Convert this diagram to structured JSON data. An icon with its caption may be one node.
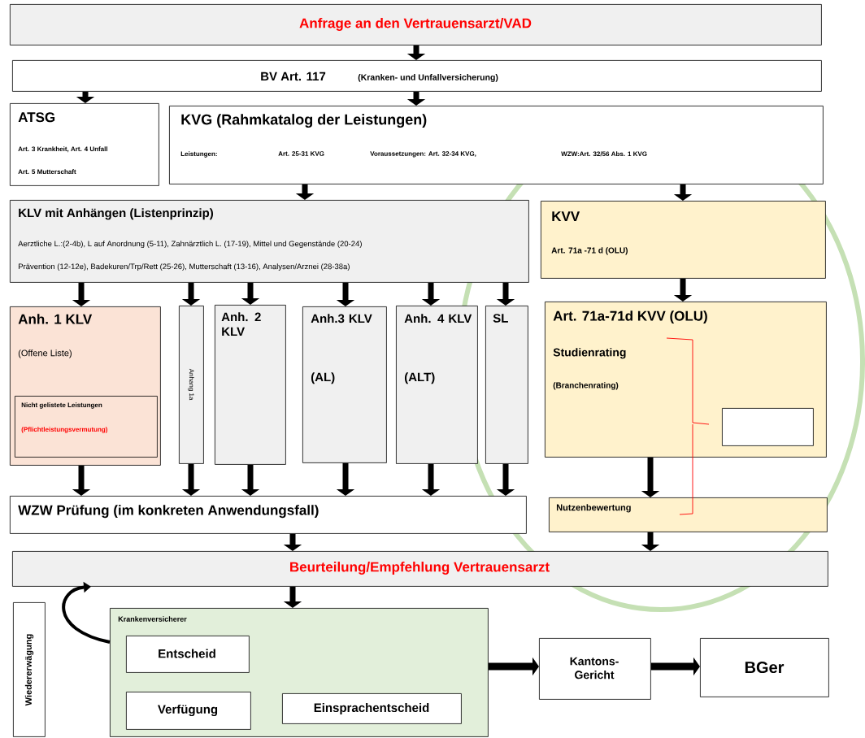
{
  "diagram": {
    "nodes": [
      {
        "text": [
          "Anfrage an den Vertrauensarzt/VAD"
        ]
      },
      {
        "text": [
          "BV Art. 117",
          "(Kranken- und Unfallversicherung)"
        ]
      },
      {
        "text": [
          "ATSG",
          "Art. 3 Krankheit, Art. 4 Unfall",
          "Art. 5 Mutterschaft"
        ]
      },
      {
        "text": [
          "KVG (Rahmkatalog der Leistungen)",
          "Leistungen:",
          "Art. 25-31 KVG",
          "Voraussetzungen: Art. 32-34 KVG,",
          "WZW:Art. 32/56 Abs. 1 KVG"
        ]
      },
      {
        "text": [
          "KLV mit Anhängen (Listenprinzip)",
          "Aerztliche L.:(2-4b), L auf Anordnung (5-11), Zahnärztlich L. (17-19), Mittel und Gegenstände (20-24)",
          "Prävention (12-12e), Badekuren/Trp/Rett (25-26), Mutterschaft (13-16), Analysen/Arznei (28-38a)"
        ]
      },
      {
        "text": [
          "KVV",
          "Art. 71a -71 d (OLU)"
        ]
      },
      {
        "text": [
          "Anh. 1 KLV",
          "(Offene Liste)"
        ]
      },
      {
        "text": [
          "Nicht gelistete Leistungen",
          "(Pflichtleistungsvermutung)"
        ],
        "in": 6
      },
      {
        "text": [
          "Anhang 1a"
        ]
      },
      {
        "text": [
          "Anh. 2 KLV"
        ]
      },
      {
        "text": [
          "Anh.3 KLV",
          "(AL)"
        ]
      },
      {
        "text": [
          "Anh. 4 KLV",
          "(ALT)"
        ]
      },
      {
        "text": [
          "SL"
        ]
      },
      {
        "text": [
          "Art. 71a-71d KVV (OLU)",
          "Studienrating",
          "(Branchenrating)"
        ]
      },
      {
        "text": [],
        "shape": "box",
        "in": 13
      },
      {
        "text": [
          "WZW Prüfung (im konkreten Anwendungsfall)"
        ]
      },
      {
        "text": [
          "Nutzenbewertung"
        ]
      },
      {
        "text": [
          "Beurteilung/Empfehlung Vertrauensarzt"
        ]
      },
      {
        "text": [
          "Wiedererwägung"
        ]
      },
      {
        "text": [
          "Krankenversicherer"
        ]
      },
      {
        "text": [
          "Entscheid"
        ],
        "in": 19
      },
      {
        "text": [
          "Verfügung"
        ],
        "in": 19
      },
      {
        "text": [
          "Einsprachentscheid"
        ],
        "in": 19
      },
      {
        "text": [
          "Kantons- Gericht"
        ]
      },
      {
        "text": [
          "BGer"
        ]
      }
    ],
    "edges": [
      {
        "from": 0,
        "to": 1,
        "arrow": "to"
      },
      {
        "from": 1,
        "to": 2,
        "arrow": "to"
      },
      {
        "from": 1,
        "to": 3,
        "arrow": "to"
      },
      {
        "from": 3,
        "to": 4,
        "arrow": "to"
      },
      {
        "from": 3,
        "to": 5,
        "arrow": "to"
      },
      {
        "from": 4,
        "to": 6,
        "arrow": "to"
      },
      {
        "from": 4,
        "to": 8,
        "arrow": "to"
      },
      {
        "from": 4,
        "to": 9,
        "arrow": "to"
      },
      {
        "from": 4,
        "to": 10,
        "arrow": "to"
      },
      {
        "from": 4,
        "to": 11,
        "arrow": "to"
      },
      {
        "from": 4,
        "to": 12,
        "arrow": "to"
      },
      {
        "from": 5,
        "to": 13,
        "arrow": "to"
      },
      {
        "from": 6,
        "to": 15,
        "arrow": "to"
      },
      {
        "from": 8,
        "to": 15,
        "arrow": "to"
      },
      {
        "from": 9,
        "to": 15,
        "arrow": "to"
      },
      {
        "from": 10,
        "to": 15,
        "arrow": "to"
      },
      {
        "from": 11,
        "to": 15,
        "arrow": "to"
      },
      {
        "from": 12,
        "to": 15,
        "arrow": "to"
      },
      {
        "from": 13,
        "to": 16,
        "arrow": "to"
      },
      {
        "from": 15,
        "to": 17,
        "arrow": "to"
      },
      {
        "from": 16,
        "to": 17,
        "arrow": "to"
      },
      {
        "from": 17,
        "to": 19,
        "arrow": "to"
      },
      {
        "from": 19,
        "to": 17,
        "arrow": "to"
      },
      {
        "from": 19,
        "to": 23,
        "arrow": "to"
      },
      {
        "from": 23,
        "to": 24,
        "arrow": "to"
      }
    ]
  }
}
